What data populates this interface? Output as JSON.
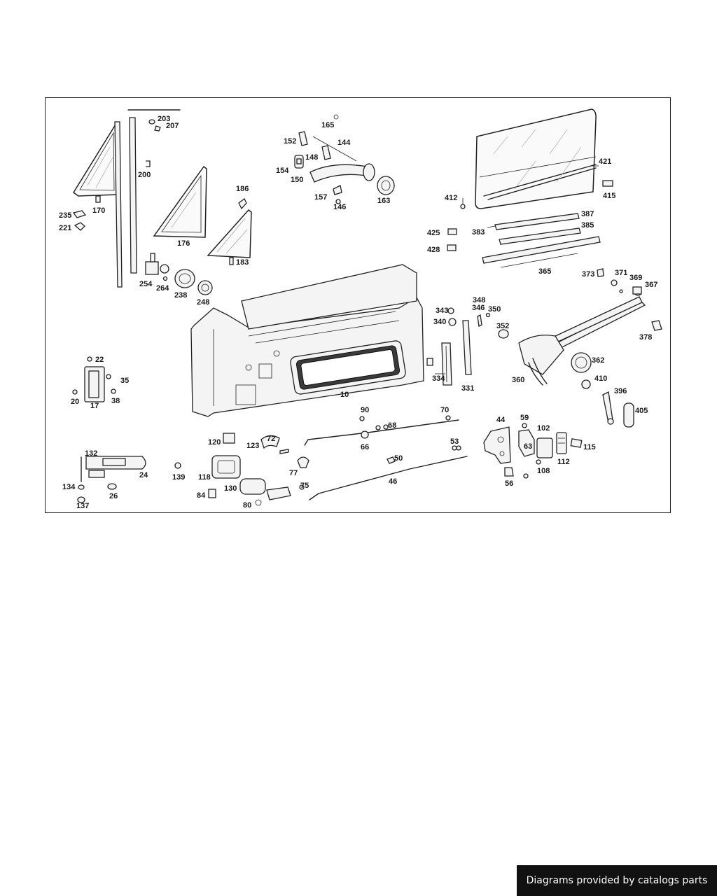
{
  "diagram": {
    "callouts": {
      "c10": "10",
      "c17": "17",
      "c20": "20",
      "c22": "22",
      "c24": "24",
      "c26": "26",
      "c35": "35",
      "c38": "38",
      "c44": "44",
      "c46": "46",
      "c50": "50",
      "c53": "53",
      "c56": "56",
      "c59": "59",
      "c63": "63",
      "c66": "66",
      "c68": "68",
      "c70": "70",
      "c72": "72",
      "c75": "75",
      "c77": "77",
      "c80": "80",
      "c84": "84",
      "c90": "90",
      "c102": "102",
      "c108": "108",
      "c112": "112",
      "c115": "115",
      "c118": "118",
      "c120": "120",
      "c123": "123",
      "c130": "130",
      "c132": "132",
      "c134": "134",
      "c137": "137",
      "c139": "139",
      "c144": "144",
      "c146": "146",
      "c148": "148",
      "c150": "150",
      "c152": "152",
      "c154": "154",
      "c157": "157",
      "c163": "163",
      "c165": "165",
      "c170": "170",
      "c176": "176",
      "c183": "183",
      "c186": "186",
      "c200": "200",
      "c203": "203",
      "c207": "207",
      "c221": "221",
      "c235": "235",
      "c238": "238",
      "c248": "248",
      "c254": "254",
      "c264": "264",
      "c331": "331",
      "c334": "334",
      "c340": "340",
      "c343": "343",
      "c346": "346",
      "c348": "348",
      "c350": "350",
      "c352": "352",
      "c360": "360",
      "c362": "362",
      "c365": "365",
      "c367": "367",
      "c369": "369",
      "c371": "371",
      "c373": "373",
      "c378": "378",
      "c383": "383",
      "c385": "385",
      "c387": "387",
      "c396": "396",
      "c405": "405",
      "c410": "410",
      "c412": "412",
      "c415": "415",
      "c421": "421",
      "c425": "425",
      "c428": "428"
    }
  },
  "footer": {
    "credit": "Diagrams provided by catalogs parts"
  }
}
